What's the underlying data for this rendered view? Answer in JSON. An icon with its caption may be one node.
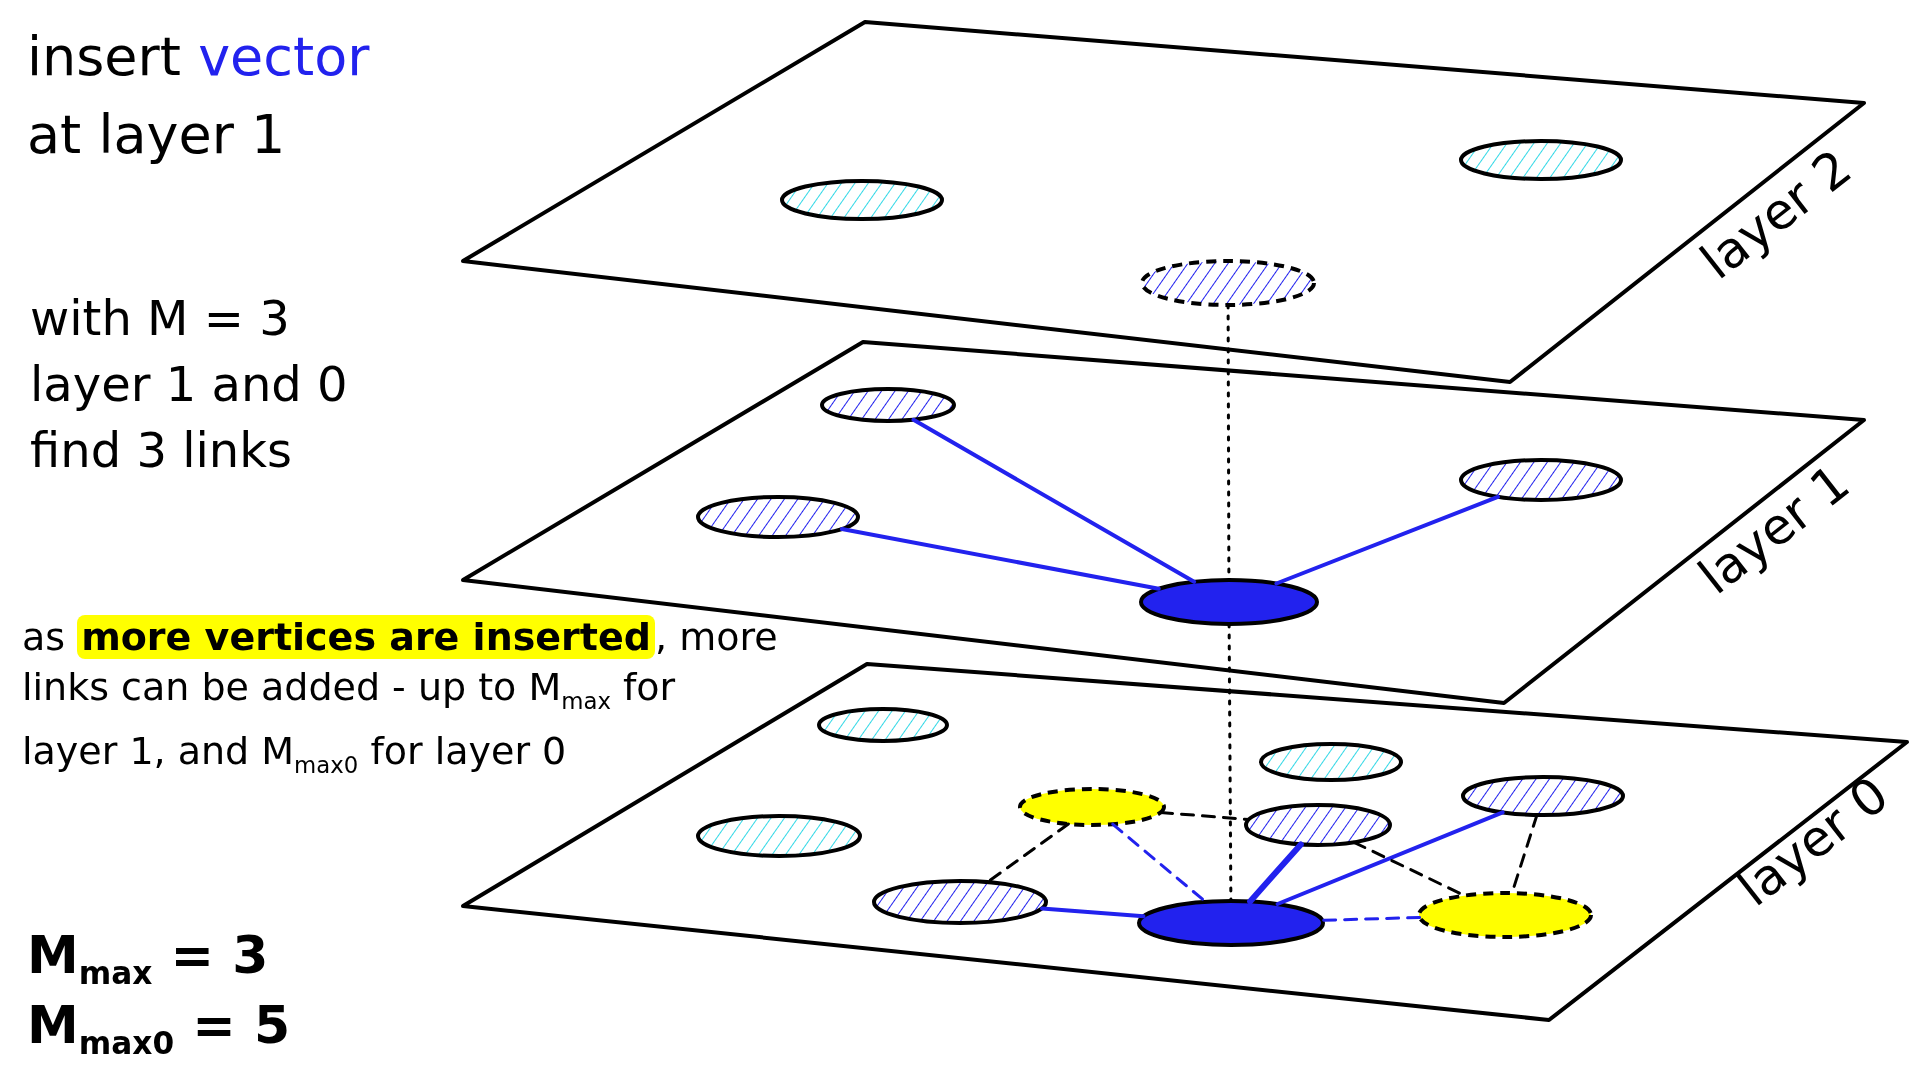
{
  "diagram": {
    "nodes": [
      {
        "text": [
          "layer 2"
        ]
      },
      {
        "text": [],
        "shape": "ellipse",
        "in": 0
      },
      {
        "text": [],
        "shape": "ellipse",
        "in": 0
      },
      {
        "text": [],
        "shape": "ellipse",
        "in": 0
      },
      {
        "text": [
          "layer 1"
        ]
      },
      {
        "text": [],
        "shape": "ellipse",
        "in": 4
      },
      {
        "text": [],
        "shape": "ellipse",
        "in": 4
      },
      {
        "text": [],
        "shape": "ellipse",
        "in": 4
      },
      {
        "text": [],
        "shape": "ellipse",
        "in": 4
      },
      {
        "text": [
          "layer 0"
        ]
      },
      {
        "text": [],
        "shape": "ellipse",
        "in": 9
      },
      {
        "text": [],
        "shape": "ellipse",
        "in": 9
      },
      {
        "text": [],
        "shape": "ellipse",
        "in": 9
      },
      {
        "text": [],
        "shape": "ellipse",
        "in": 9
      },
      {
        "text": [],
        "shape": "ellipse",
        "in": 9
      },
      {
        "text": [],
        "shape": "ellipse",
        "in": 9
      },
      {
        "text": [],
        "shape": "ellipse",
        "in": 9
      },
      {
        "text": [],
        "shape": "ellipse",
        "in": 9
      },
      {
        "text": [],
        "shape": "ellipse",
        "in": 9
      }
    ],
    "edges": [
      {
        "from": 3,
        "to": 8,
        "arrow": "none",
        "style": "dashed",
        "color": "#000000"
      },
      {
        "from": 5,
        "to": 8,
        "arrow": "none"
      },
      {
        "from": 6,
        "to": 8,
        "arrow": "none"
      },
      {
        "from": 7,
        "to": 8,
        "arrow": "none"
      },
      {
        "from": 8,
        "to": 18,
        "arrow": "none",
        "style": "dashed",
        "color": "#000000"
      },
      {
        "from": 16,
        "to": 18,
        "arrow": "none"
      },
      {
        "from": 14,
        "to": 18,
        "arrow": "none",
        "style": "thick"
      },
      {
        "from": 12,
        "to": 18,
        "arrow": "none"
      },
      {
        "from": 13,
        "to": 18,
        "arrow": "none",
        "style": "dashed"
      },
      {
        "from": 17,
        "to": 18,
        "arrow": "none",
        "style": "dashed"
      },
      {
        "from": 13,
        "to": 16,
        "arrow": "none",
        "style": "dashed",
        "color": "#000000"
      },
      {
        "from": 13,
        "to": 14,
        "arrow": "none",
        "style": "dashed",
        "color": "#000000"
      },
      {
        "from": 14,
        "to": 17,
        "arrow": "none",
        "style": "dashed",
        "color": "#000000"
      },
      {
        "from": 12,
        "to": 17,
        "arrow": "none",
        "style": "dashed",
        "color": "#000000"
      }
    ],
    "labels": [
      "insert vector at layer 1",
      "with M = 3 layer 1 and 0 find 3 links",
      "as **more vertices are inserted**, more links can be added - up to M$_{max}$ for layer 1, and M$_{max0}$ for layer 0",
      "M$_{max}$ = 3",
      "M$_{max0}$ = 5"
    ]
  }
}
